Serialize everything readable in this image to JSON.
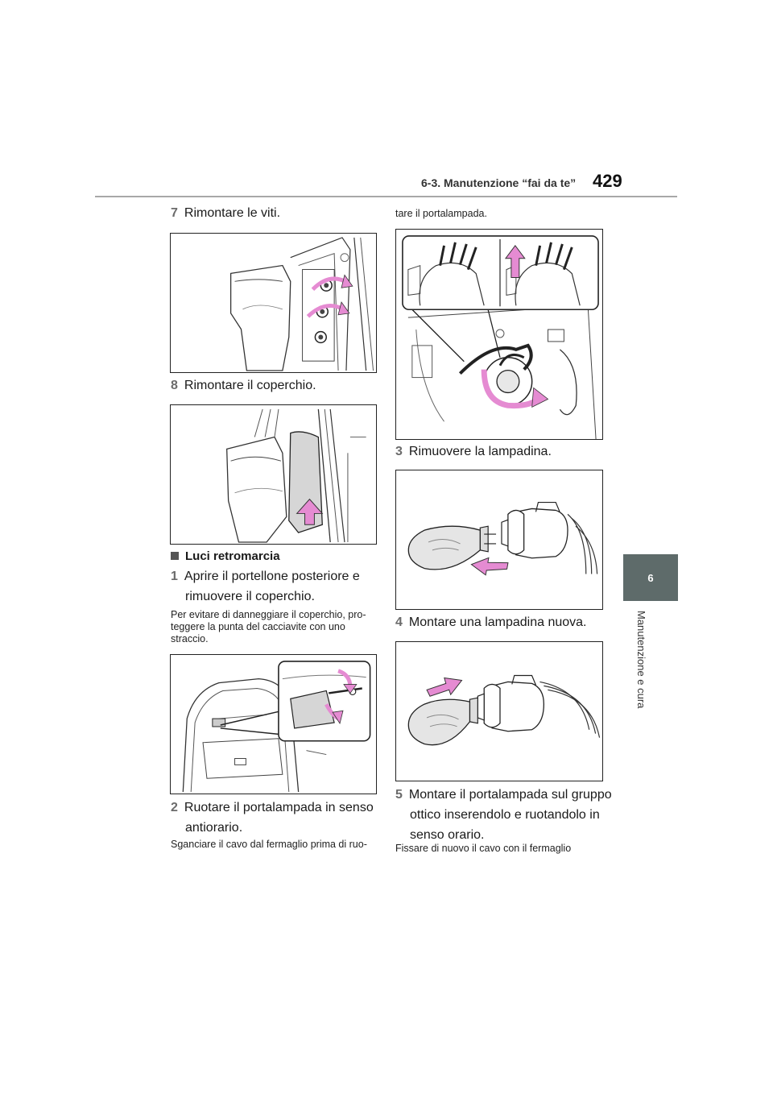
{
  "header": {
    "section": "6-3. Manutenzione “fai da te”",
    "page_number": "429"
  },
  "chapter_tab": {
    "number": "6",
    "title": "Manutenzione e cura"
  },
  "left_column": {
    "step7": {
      "num": "7",
      "text": "Rimontare le viti."
    },
    "step8": {
      "num": "8",
      "text": "Rimontare il coperchio."
    },
    "section_heading": "Luci retromarcia",
    "step1": {
      "num": "1",
      "line1": "Aprire il portellone posteriore e",
      "line2": "rimuovere il coperchio."
    },
    "note1": {
      "line1": "Per evitare di danneggiare il coperchio, pro-",
      "line2": "teggere la punta del cacciavite con uno",
      "line3": "straccio."
    },
    "step2": {
      "num": "2",
      "line1": "Ruotare il portalampada in senso",
      "line2": "antiorario."
    },
    "note2": "Sganciare il cavo dal fermaglio prima di ruo-"
  },
  "right_column": {
    "note_cont": "tare il portalampada.",
    "step3": {
      "num": "3",
      "text": "Rimuovere la lampadina."
    },
    "step4": {
      "num": "4",
      "text": "Montare una lampadina nuova."
    },
    "step5": {
      "num": "5",
      "line1": "Montare il portalampada sul gruppo",
      "line2": "ottico inserendolo e ruotandolo in",
      "line3": "senso orario."
    },
    "note3": "Fissare di nuovo il cavo con il fermaglio"
  },
  "colors": {
    "arrow_pink": "#e58bd2",
    "tab_gray": "#5e6b6a",
    "step_number_gray": "#6b6b6b"
  }
}
